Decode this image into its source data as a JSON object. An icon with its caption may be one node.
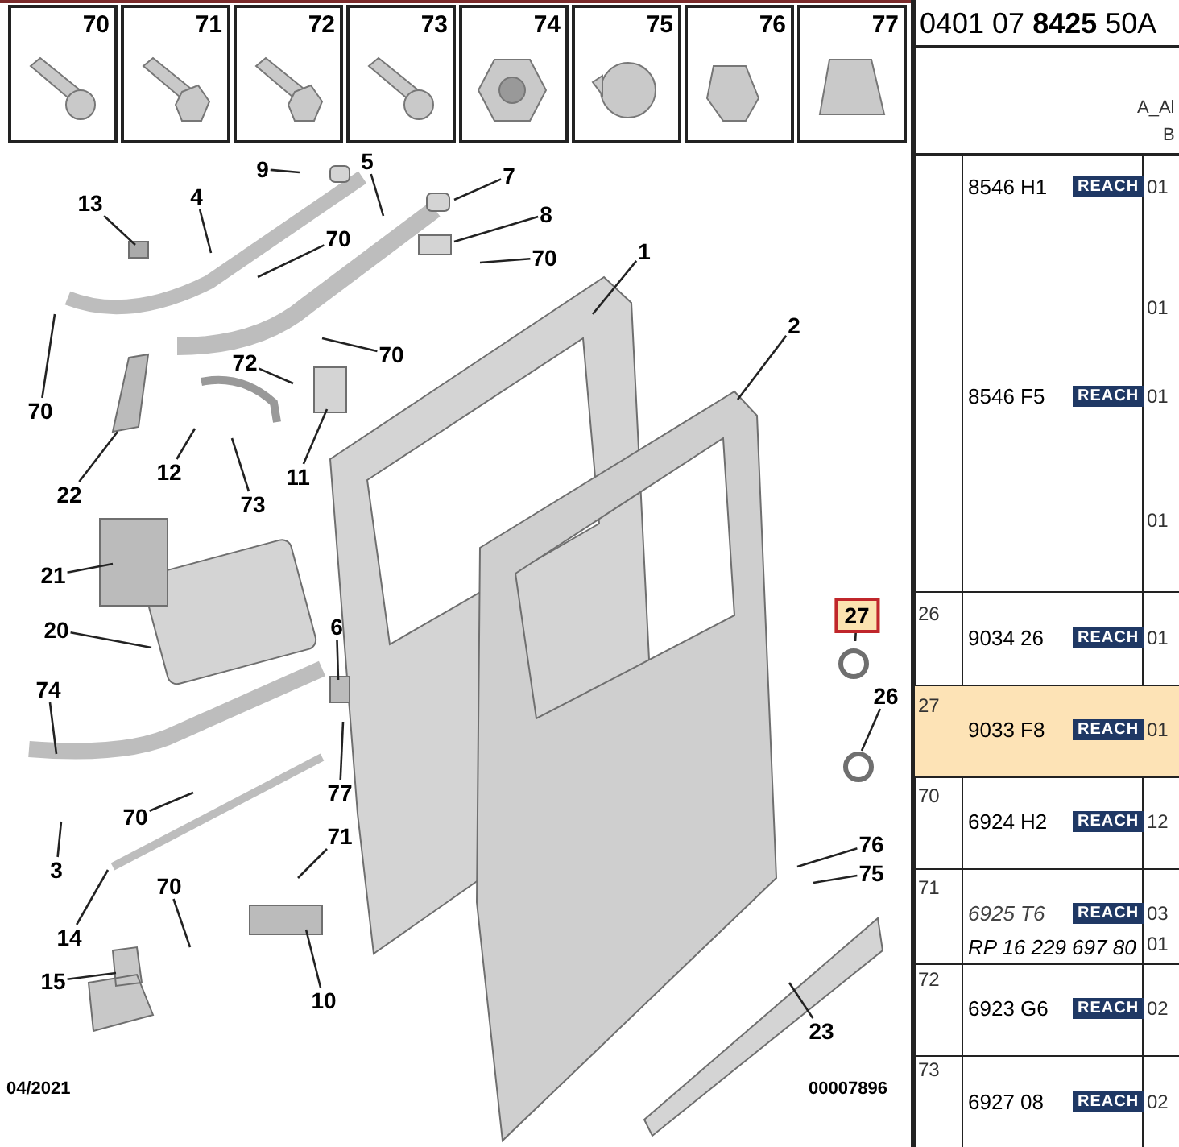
{
  "diagram": {
    "nodes": [
      {
        "text": [
          "9"
        ]
      },
      {
        "text": [
          "5"
        ]
      },
      {
        "text": [
          "7"
        ]
      },
      {
        "text": [
          "13"
        ]
      },
      {
        "text": [
          "4"
        ]
      },
      {
        "text": [
          "70"
        ]
      },
      {
        "text": [
          "8"
        ]
      },
      {
        "text": [
          "70"
        ]
      },
      {
        "text": [
          "1"
        ]
      },
      {
        "text": [
          "70"
        ]
      },
      {
        "text": [
          "2"
        ]
      },
      {
        "text": [
          "72"
        ]
      },
      {
        "text": [
          "70"
        ]
      },
      {
        "text": [
          "22"
        ]
      },
      {
        "text": [
          "12"
        ]
      },
      {
        "text": [
          "11"
        ]
      },
      {
        "text": [
          "73"
        ]
      },
      {
        "text": [
          "21"
        ]
      },
      {
        "text": [
          "20"
        ]
      },
      {
        "text": [
          "6"
        ]
      },
      {
        "text": [
          "27"
        ]
      },
      {
        "text": [
          "74"
        ]
      },
      {
        "text": [
          "26"
        ]
      },
      {
        "text": [
          "77"
        ]
      },
      {
        "text": [
          "3"
        ]
      },
      {
        "text": [
          "70"
        ]
      },
      {
        "text": [
          "76"
        ]
      },
      {
        "text": [
          "75"
        ]
      },
      {
        "text": [
          "71"
        ]
      },
      {
        "text": [
          "14"
        ]
      },
      {
        "text": [
          "70"
        ]
      },
      {
        "text": [
          "15"
        ]
      },
      {
        "text": [
          "10"
        ]
      },
      {
        "text": [
          "23"
        ]
      }
    ],
    "edges": [
      {
        "from": 0,
        "to": null,
        "arrow": "none"
      },
      {
        "from": 1,
        "to": null,
        "arrow": "none"
      },
      {
        "from": 2,
        "to": null,
        "arrow": "none"
      },
      {
        "from": 3,
        "to": null,
        "arrow": "none"
      },
      {
        "from": 4,
        "to": null,
        "arrow": "none"
      },
      {
        "from": 5,
        "to": null,
        "arrow": "none"
      },
      {
        "from": 6,
        "to": null,
        "arrow": "none"
      },
      {
        "from": 7,
        "to": null,
        "arrow": "none"
      },
      {
        "from": 8,
        "to": null,
        "arrow": "none"
      },
      {
        "from": 9,
        "to": null,
        "arrow": "none"
      },
      {
        "from": 10,
        "to": null,
        "arrow": "none"
      },
      {
        "from": 11,
        "to": null,
        "arrow": "none"
      },
      {
        "from": 12,
        "to": null,
        "arrow": "none"
      },
      {
        "from": 13,
        "to": null,
        "arrow": "none"
      },
      {
        "from": 14,
        "to": null,
        "arrow": "none"
      },
      {
        "from": 15,
        "to": null,
        "arrow": "none"
      },
      {
        "from": 16,
        "to": null,
        "arrow": "none"
      },
      {
        "from": 17,
        "to": null,
        "arrow": "none"
      },
      {
        "from": 18,
        "to": null,
        "arrow": "none"
      },
      {
        "from": 19,
        "to": null,
        "arrow": "none"
      },
      {
        "from": 20,
        "to": null,
        "arrow": "none"
      },
      {
        "from": 21,
        "to": null,
        "arrow": "none"
      },
      {
        "from": 22,
        "to": null,
        "arrow": "none"
      },
      {
        "from": 23,
        "to": null,
        "arrow": "none"
      },
      {
        "from": 24,
        "to": null,
        "arrow": "none"
      },
      {
        "from": 25,
        "to": null,
        "arrow": "none"
      },
      {
        "from": 26,
        "to": null,
        "arrow": "none"
      },
      {
        "from": 27,
        "to": null,
        "arrow": "none"
      },
      {
        "from": 28,
        "to": null,
        "arrow": "none"
      },
      {
        "from": 29,
        "to": null,
        "arrow": "none"
      },
      {
        "from": 30,
        "to": null,
        "arrow": "none"
      },
      {
        "from": 31,
        "to": null,
        "arrow": "none"
      },
      {
        "from": 32,
        "to": null,
        "arrow": "none"
      },
      {
        "from": 33,
        "to": null,
        "arrow": "none"
      }
    ],
    "labels": [
      "70",
      "71",
      "72",
      "73",
      "74",
      "75",
      "76",
      "77",
      "0401 07 **8425** 50A",
      "A_Al",
      "B",
      "8546 H1",
      "REACH",
      "01",
      "01",
      "8546 F5",
      "REACH",
      "01",
      "01",
      "26",
      "9034 26",
      "REACH",
      "01",
      "27",
      "9033 F8",
      "REACH",
      "01",
      "70",
      "6924 H2",
      "REACH",
      "12",
      "71",
      "6925 T6",
      "REACH",
      "03",
      "RP 16 229 697 80",
      "01",
      "72",
      "6923 G6",
      "REACH",
      "02",
      "73",
      "6927 08",
      "REACH",
      "02",
      "04/2021",
      "00007896"
    ]
  }
}
